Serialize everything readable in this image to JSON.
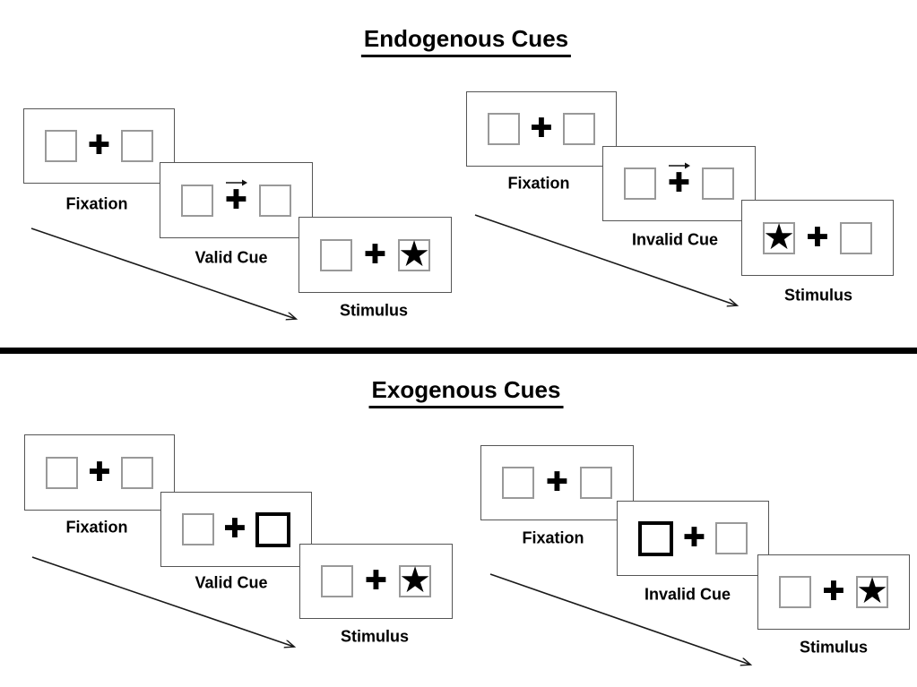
{
  "sections": [
    {
      "title": "Endogenous Cues",
      "sequences": [
        {
          "name": "valid-trial",
          "panels": [
            {
              "label": "Fixation"
            },
            {
              "label": "Valid Cue"
            },
            {
              "label": "Stimulus"
            }
          ]
        },
        {
          "name": "invalid-trial",
          "panels": [
            {
              "label": "Fixation"
            },
            {
              "label": "Invalid Cue"
            },
            {
              "label": "Stimulus"
            }
          ]
        }
      ]
    },
    {
      "title": "Exogenous Cues",
      "sequences": [
        {
          "name": "valid-trial",
          "panels": [
            {
              "label": "Fixation"
            },
            {
              "label": "Valid Cue"
            },
            {
              "label": "Stimulus"
            }
          ]
        },
        {
          "name": "invalid-trial",
          "panels": [
            {
              "label": "Fixation"
            },
            {
              "label": "Invalid Cue"
            },
            {
              "label": "Stimulus"
            }
          ]
        }
      ]
    }
  ],
  "glyphs": {
    "plus": "✚",
    "star": "★",
    "cue_arrow_direction": "right"
  },
  "colors": {
    "text": "#000000",
    "panel_border": "#555555",
    "box_border": "#999999",
    "bold_cue_border": "#000000",
    "divider": "#000000",
    "background": "#ffffff"
  }
}
